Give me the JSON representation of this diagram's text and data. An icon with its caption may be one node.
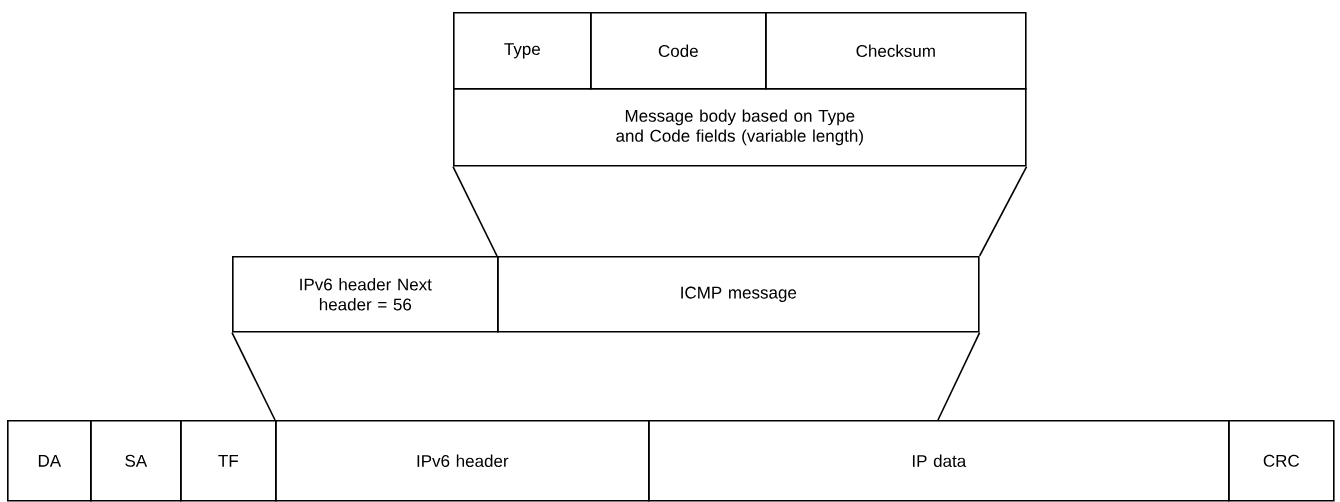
{
  "diagram": {
    "nodes": [
      {
        "text": [
          "Type"
        ]
      },
      {
        "text": [
          "Code"
        ]
      },
      {
        "text": [
          "Checksum"
        ]
      },
      {
        "text": [
          "Message body based on Type and Code fields (variable length)"
        ]
      },
      {
        "text": [
          "IPv6 header Next header = 56"
        ]
      },
      {
        "text": [
          "ICMP message"
        ]
      },
      {
        "text": [
          "DA"
        ]
      },
      {
        "text": [
          "SA"
        ]
      },
      {
        "text": [
          "TF"
        ]
      },
      {
        "text": [
          "IPv6 header"
        ]
      },
      {
        "text": [
          "IP data"
        ]
      },
      {
        "text": [
          "CRC"
        ]
      }
    ],
    "edges": [
      {
        "from": 5,
        "to": 3,
        "arrow": "none"
      },
      {
        "from": 5,
        "to": 3,
        "arrow": "none"
      },
      {
        "from": 9,
        "to": 4,
        "arrow": "none"
      },
      {
        "from": 10,
        "to": 5,
        "arrow": "none"
      }
    ]
  }
}
